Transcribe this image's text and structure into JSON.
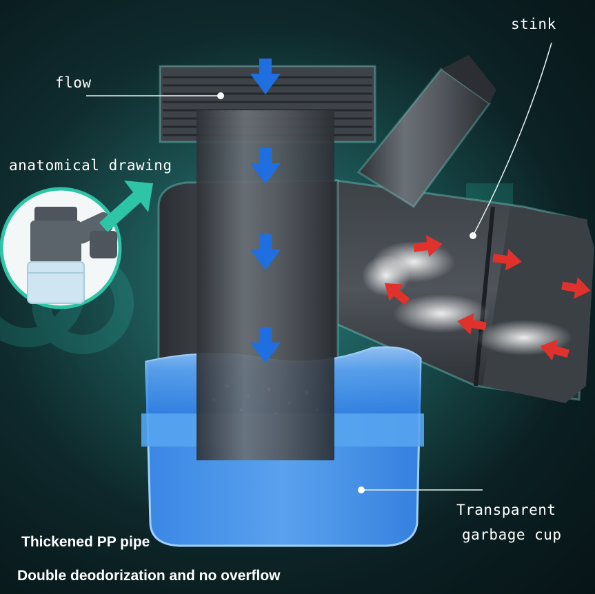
{
  "labels": {
    "flow": "flow",
    "anatomical_drawing": "anatomical drawing",
    "stink": "stink",
    "transparent_line1": "Transparent",
    "transparent_line2": "garbage cup",
    "thickened_pipe": "Thickened PP pipe",
    "double_deodorization": "Double deodorization and no overflow"
  },
  "icons": {
    "flow_arrows": "down-arrow-icon",
    "odor_arrows": "red-arrow-icon",
    "pointer": "teal-arrow-icon"
  },
  "colors": {
    "background": "#123234",
    "pipe": "#4a4f55",
    "water": "#3f8fe6",
    "flow_arrow": "#1f6fe0",
    "odor_arrow": "#e0312c",
    "pointer_arrow": "#2ec4a6",
    "label_text": "#ffffff"
  }
}
